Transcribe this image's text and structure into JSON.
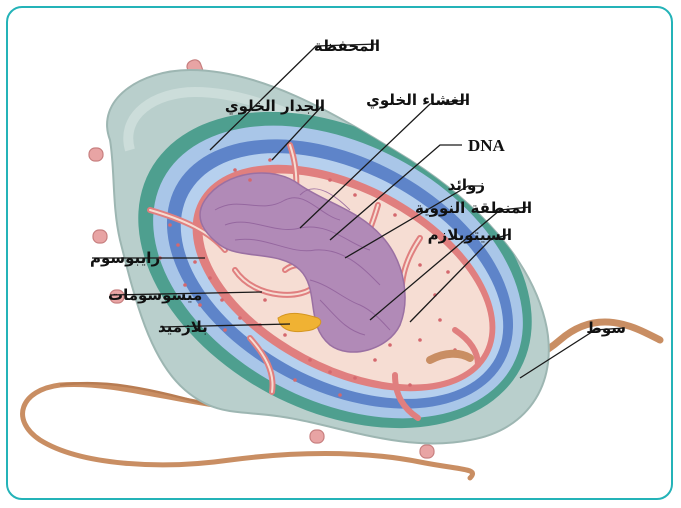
{
  "labels": {
    "capsule": "المحفظة",
    "cell_wall": "الجدار الخلوي",
    "cell_membrane": "الغشاء الخلوي",
    "dna": "DNA",
    "pili": "زوائد",
    "nucleoid": "المنطقة النووية",
    "cytoplasm": "السيتوبلازم",
    "ribosome": "رايبوسوم",
    "mesosomes": "ميسوسومات",
    "plasmid": "بلازميد",
    "flagellum": "سوط"
  },
  "colors": {
    "frame": "#24b3b8",
    "capsule": "#b9cfcc",
    "wall_teal": "#4e9f8f",
    "membrane_blue": "#5e84c9",
    "cytoplasm": "#f6ddd3",
    "nucleoid": "#b18ab7",
    "flagellum": "#c98e63",
    "pili": "#e8a4a4",
    "plasmid": "#f0b233"
  }
}
